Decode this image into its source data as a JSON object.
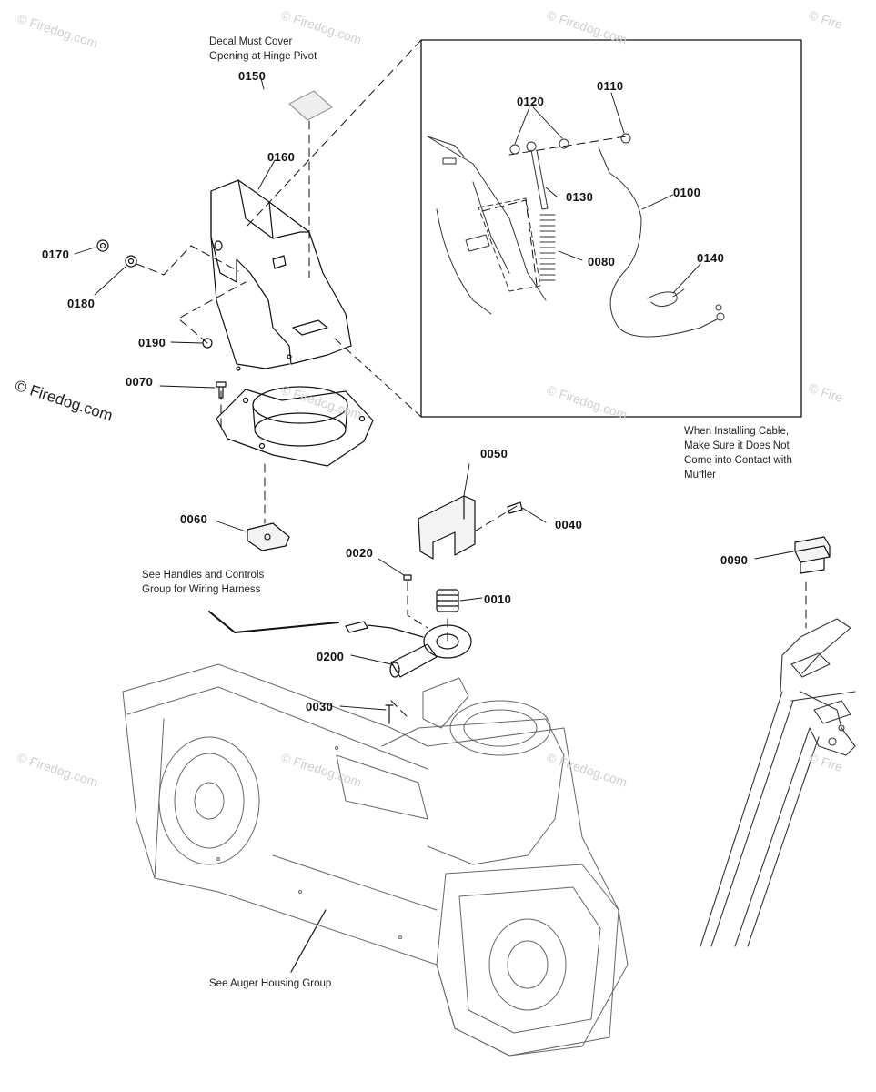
{
  "watermark": {
    "brand": "© Firedog.com",
    "repeat_text": "© Firedog.com",
    "repeat_short": "© Fire"
  },
  "notes": {
    "decal": [
      "Decal Must Cover",
      "Opening at Hinge Pivot"
    ],
    "cable": [
      "When Installing Cable,",
      "Make Sure it Does Not",
      "Come into Contact with",
      "Muffler"
    ],
    "wiring": [
      "See Handles and Controls",
      "Group for Wiring Harness"
    ],
    "auger": "See Auger Housing Group"
  },
  "parts": {
    "p0010": "0010",
    "p0020": "0020",
    "p0030": "0030",
    "p0040": "0040",
    "p0050": "0050",
    "p0060": "0060",
    "p0070": "0070",
    "p0080": "0080",
    "p0090": "0090",
    "p0100": "0100",
    "p0110": "0110",
    "p0120": "0120",
    "p0130": "0130",
    "p0140": "0140",
    "p0150": "0150",
    "p0160": "0160",
    "p0170": "0170",
    "p0180": "0180",
    "p0190": "0190",
    "p0200": "0200"
  }
}
